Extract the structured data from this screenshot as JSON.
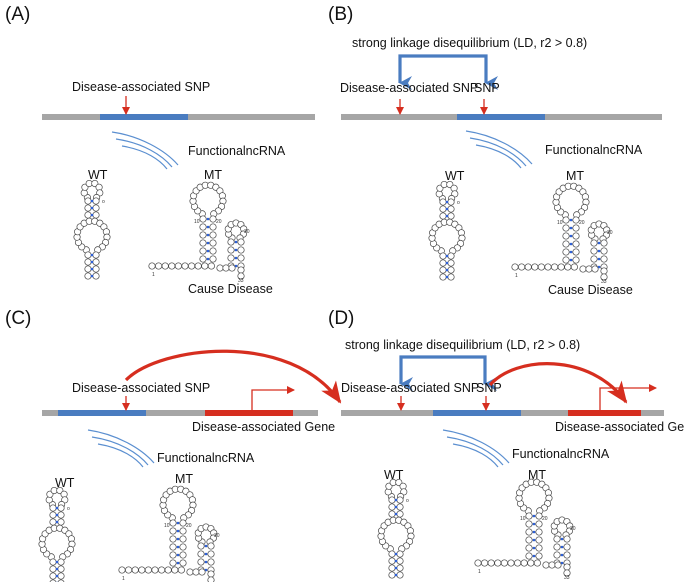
{
  "colors": {
    "gray_bar": "#a6a6a6",
    "blue": "#4a7cc0",
    "red": "#d62e1f",
    "lnc": "#5b8fd0",
    "pair": "#2d5fd6"
  },
  "panels": [
    {
      "letter": "(A)",
      "ld_label": "",
      "snp_labels": [
        "Disease-associated SNP"
      ],
      "lnc_label": "FunctionalncRNA",
      "wt": "WT",
      "mt": "MT",
      "bottom": "Cause Disease",
      "nums": [
        "10",
        "20",
        "30",
        "1",
        "33"
      ],
      "gene_label": ""
    },
    {
      "letter": "(B)",
      "ld_label": "strong linkage disequilibrium (LD, r2 > 0.8)",
      "snp_labels": [
        "Disease-associated SNP",
        "SNP"
      ],
      "lnc_label": "FunctionalncRNA",
      "wt": "WT",
      "mt": "MT",
      "bottom": "Cause Disease",
      "nums": [
        "10",
        "20",
        "30",
        "1",
        "33"
      ],
      "gene_label": ""
    },
    {
      "letter": "(C)",
      "ld_label": "",
      "snp_labels": [
        "Disease-associated SNP"
      ],
      "lnc_label": "FunctionalncRNA",
      "wt": "WT",
      "mt": "MT",
      "bottom": "",
      "nums": [
        "10",
        "20",
        "30",
        "1",
        "33"
      ],
      "gene_label": "Disease-associated Gene"
    },
    {
      "letter": "(D)",
      "ld_label": "strong linkage disequilibrium (LD, r2 > 0.8)",
      "snp_labels": [
        "Disease-associated SNP",
        "SNP"
      ],
      "lnc_label": "FunctionalncRNA",
      "wt": "WT",
      "mt": "MT",
      "bottom": "",
      "nums": [
        "10",
        "20",
        "30",
        "1",
        "33"
      ],
      "gene_label": "Disease-associated Gene"
    }
  ]
}
